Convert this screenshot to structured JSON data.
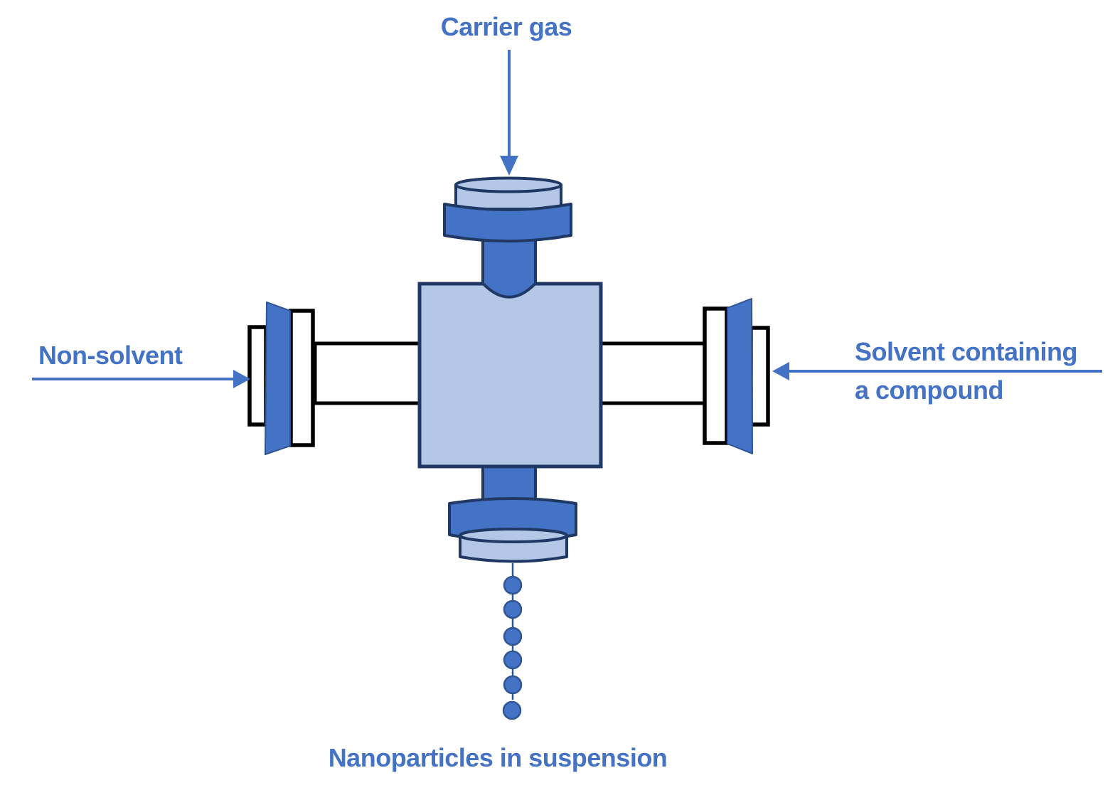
{
  "labels": {
    "carrier_gas": "Carrier gas",
    "non_solvent": "Non-solvent",
    "solvent_line1": "Solvent containing",
    "solvent_line2": "a compound",
    "nanoparticles": "Nanoparticles in suspension"
  },
  "colors": {
    "accent_blue": "#4472C4",
    "light_blue": "#B4C7E7",
    "outline_navy": "#1F3864",
    "outline_medium_navy": "#2F5496",
    "outline_black": "#000000",
    "arrow_blue": "#4472C4",
    "label_text": "#4472C4",
    "background": "#FFFFFF"
  },
  "diagram": {
    "droplet_count": 6,
    "icons": {
      "flow_down_arrow": "↓",
      "flow_right_arrow": "→",
      "flow_left_arrow": "←"
    }
  }
}
